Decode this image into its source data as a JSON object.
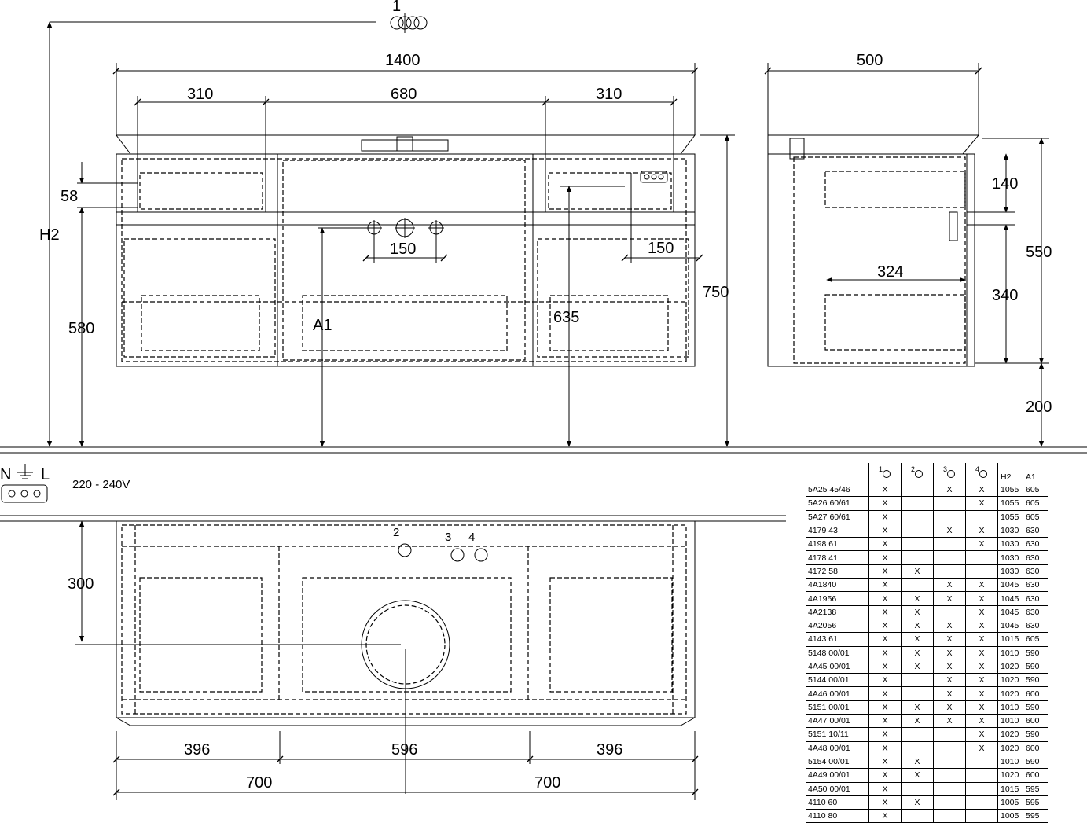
{
  "front_view": {
    "width_total": "1400",
    "sections": [
      "310",
      "680",
      "310"
    ],
    "drawer_top_height": "58",
    "lower_height": "580",
    "total_height": "750",
    "tap_spacing_left": "150",
    "tap_spacing_right": "150",
    "a1_label": "A1",
    "a1_value": "635",
    "h2_label": "H2",
    "item_marker": "1"
  },
  "side_view": {
    "depth": "500",
    "top_drawer": "140",
    "bottom_drawer": "340",
    "inner_depth": "324",
    "cabinet_height": "550",
    "floor_clearance": "200"
  },
  "plan_view": {
    "depth_to_drain": "300",
    "sections": [
      "396",
      "596",
      "396"
    ],
    "halves": [
      "700",
      "700"
    ],
    "markers": [
      "2",
      "3",
      "4"
    ],
    "socket_labels": {
      "n": "N",
      "l": "L"
    },
    "voltage": "220 - 240V"
  },
  "table": {
    "headers": [
      "1",
      "2",
      "3",
      "4",
      "H2",
      "A1"
    ],
    "rows": [
      [
        "5A25 45/46",
        "X",
        "",
        "X",
        "X",
        "1055",
        "605"
      ],
      [
        "5A26 60/61",
        "X",
        "",
        "",
        "X",
        "1055",
        "605"
      ],
      [
        "5A27 60/61",
        "X",
        "",
        "",
        "",
        "1055",
        "605"
      ],
      [
        "4179 43",
        "X",
        "",
        "X",
        "X",
        "1030",
        "630"
      ],
      [
        "4198 61",
        "X",
        "",
        "",
        "X",
        "1030",
        "630"
      ],
      [
        "4178 41",
        "X",
        "",
        "",
        "",
        "1030",
        "630"
      ],
      [
        "4172 58",
        "X",
        "X",
        "",
        "",
        "1030",
        "630"
      ],
      [
        "4A1840",
        "X",
        "",
        "X",
        "X",
        "1045",
        "630"
      ],
      [
        "4A1956",
        "X",
        "X",
        "X",
        "X",
        "1045",
        "630"
      ],
      [
        "4A2138",
        "X",
        "X",
        "",
        "X",
        "1045",
        "630"
      ],
      [
        "4A2056",
        "X",
        "X",
        "X",
        "X",
        "1045",
        "630"
      ],
      [
        "4143 61",
        "X",
        "X",
        "X",
        "X",
        "1015",
        "605"
      ],
      [
        "5148 00/01",
        "X",
        "X",
        "X",
        "X",
        "1010",
        "590"
      ],
      [
        "4A45 00/01",
        "X",
        "X",
        "X",
        "X",
        "1020",
        "590"
      ],
      [
        "5144 00/01",
        "X",
        "",
        "X",
        "X",
        "1020",
        "590"
      ],
      [
        "4A46 00/01",
        "X",
        "",
        "X",
        "X",
        "1020",
        "600"
      ],
      [
        "5151 00/01",
        "X",
        "X",
        "X",
        "X",
        "1010",
        "590"
      ],
      [
        "4A47 00/01",
        "X",
        "X",
        "X",
        "X",
        "1010",
        "600"
      ],
      [
        "5151 10/11",
        "X",
        "",
        "",
        "X",
        "1020",
        "590"
      ],
      [
        "4A48 00/01",
        "X",
        "",
        "",
        "X",
        "1020",
        "600"
      ],
      [
        "5154 00/01",
        "X",
        "X",
        "",
        "",
        "1010",
        "590"
      ],
      [
        "4A49 00/01",
        "X",
        "X",
        "",
        "",
        "1020",
        "600"
      ],
      [
        "4A50 00/01",
        "X",
        "",
        "",
        "",
        "1015",
        "595"
      ],
      [
        "4110 60",
        "X",
        "X",
        "",
        "",
        "1005",
        "595"
      ],
      [
        "4110 80",
        "X",
        "",
        "",
        "",
        "1005",
        "595"
      ]
    ]
  }
}
